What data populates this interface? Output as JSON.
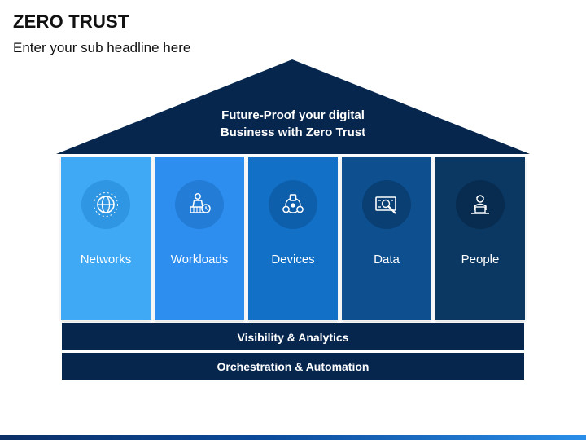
{
  "header": {
    "title": "ZERO TRUST",
    "subtitle": "Enter your sub headline here"
  },
  "roof": {
    "line1": "Future-Proof your digital",
    "line2": "Business with Zero Trust"
  },
  "pillars": [
    {
      "label": "Networks",
      "icon": "globe-network-icon",
      "color": "#3fa9f5",
      "circle": "#2f96e3"
    },
    {
      "label": "Workloads",
      "icon": "worker-clock-icon",
      "color": "#2e8ef0",
      "circle": "#237cd6"
    },
    {
      "label": "Devices",
      "icon": "devices-network-icon",
      "color": "#1270c7",
      "circle": "#0d5fac"
    },
    {
      "label": "Data",
      "icon": "data-monitor-icon",
      "color": "#0d4f8f",
      "circle": "#0a3f73"
    },
    {
      "label": "People",
      "icon": "person-laptop-icon",
      "color": "#0a3863",
      "circle": "#082c4f"
    }
  ],
  "bars": {
    "visibility": "Visibility & Analytics",
    "orchestration": "Orchestration & Automation"
  },
  "colors": {
    "roof": "#06264e",
    "bar": "#06264e",
    "text": "#111111"
  }
}
